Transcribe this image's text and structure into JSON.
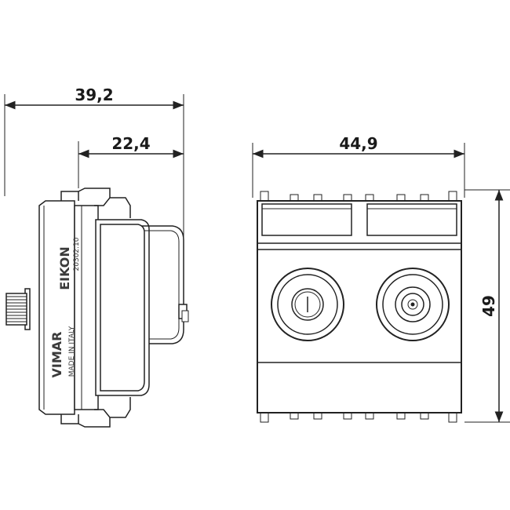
{
  "dimensions": {
    "overall_depth": "39,2",
    "front_depth": "22,4",
    "width": "44,9",
    "height": "49"
  },
  "label": {
    "brand": "VIMAR",
    "series": "EIKON",
    "code": "20302.10",
    "origin": "MADE IN ITALY"
  },
  "colors": {
    "line": "#222222",
    "background": "#ffffff"
  }
}
